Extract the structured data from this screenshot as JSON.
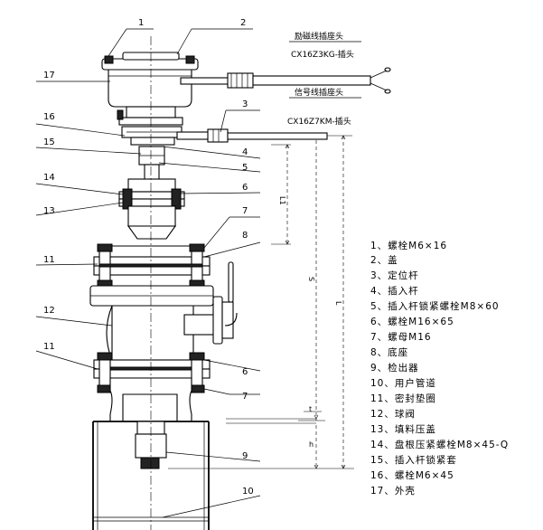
{
  "callouts": {
    "c1": "1",
    "c2": "2",
    "c3": "3",
    "c4": "4",
    "c5": "5",
    "c6a": "6",
    "c7a": "7",
    "c8": "8",
    "c11a": "11",
    "c12": "12",
    "c11b": "11",
    "c6b": "6",
    "c7b": "7",
    "c9": "9",
    "c10": "10",
    "c13": "13",
    "c14": "14",
    "c15": "15",
    "c16": "16",
    "c17": "17"
  },
  "connectors": {
    "excitation_title": "励磁线插座头",
    "excitation_model": "CX16Z3KG-插头",
    "signal_title": "信号线插座头",
    "signal_model": "CX16Z7KM-插头"
  },
  "dimensions": {
    "l1": "L1",
    "s": "S",
    "l": "L",
    "t": "t",
    "h": "h"
  },
  "parts_list": [
    "1、螺栓M6×16",
    "2、盖",
    "3、定位杆",
    "4、插入杆",
    "5、插入杆锁紧螺栓M8×60",
    "6、螺栓M16×65",
    "7、螺母M16",
    "8、底座",
    "9、检出器",
    "10、用户管道",
    "11、密封垫圈",
    "12、球阀",
    "13、填料压盖",
    "14、盘根压紧螺栓M8×45-Q",
    "15、插入杆锁紧套",
    "16、螺栓M6×45",
    "17、外壳"
  ]
}
